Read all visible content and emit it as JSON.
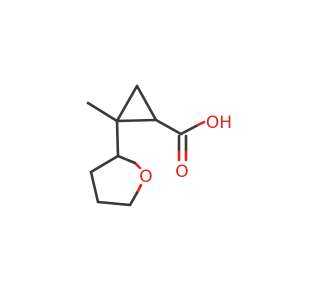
{
  "molecule": {
    "atoms": {
      "oxygen_ring": "O",
      "oxygen_hydroxyl": "OH",
      "oxygen_carbonyl": "O"
    },
    "colors": {
      "bond": "#3a3a3a",
      "heteroatom": "#e0261f",
      "background": "#ffffff"
    }
  }
}
